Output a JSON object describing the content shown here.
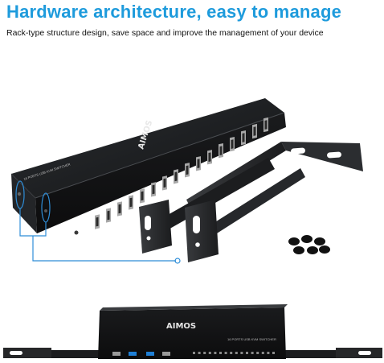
{
  "header": {
    "title": "Hardware architecture, easy to manage",
    "subtitle": "Rack-type structure design, save space and improve the management of your device"
  },
  "product": {
    "brand": "AIMOS",
    "model_label": "16 PORTS USB KVM SWITCHER",
    "usb_port_count": 16
  },
  "colors": {
    "accent": "#1e9bdc",
    "device_body": "#1b1d1f",
    "bracket": "#2a2c2e",
    "logo_green": "#6dbe2b"
  },
  "illustration": {
    "items": [
      "device-top-view",
      "mounting-bracket-pair",
      "screw-set",
      "device-front-view-with-rack-ears"
    ]
  }
}
